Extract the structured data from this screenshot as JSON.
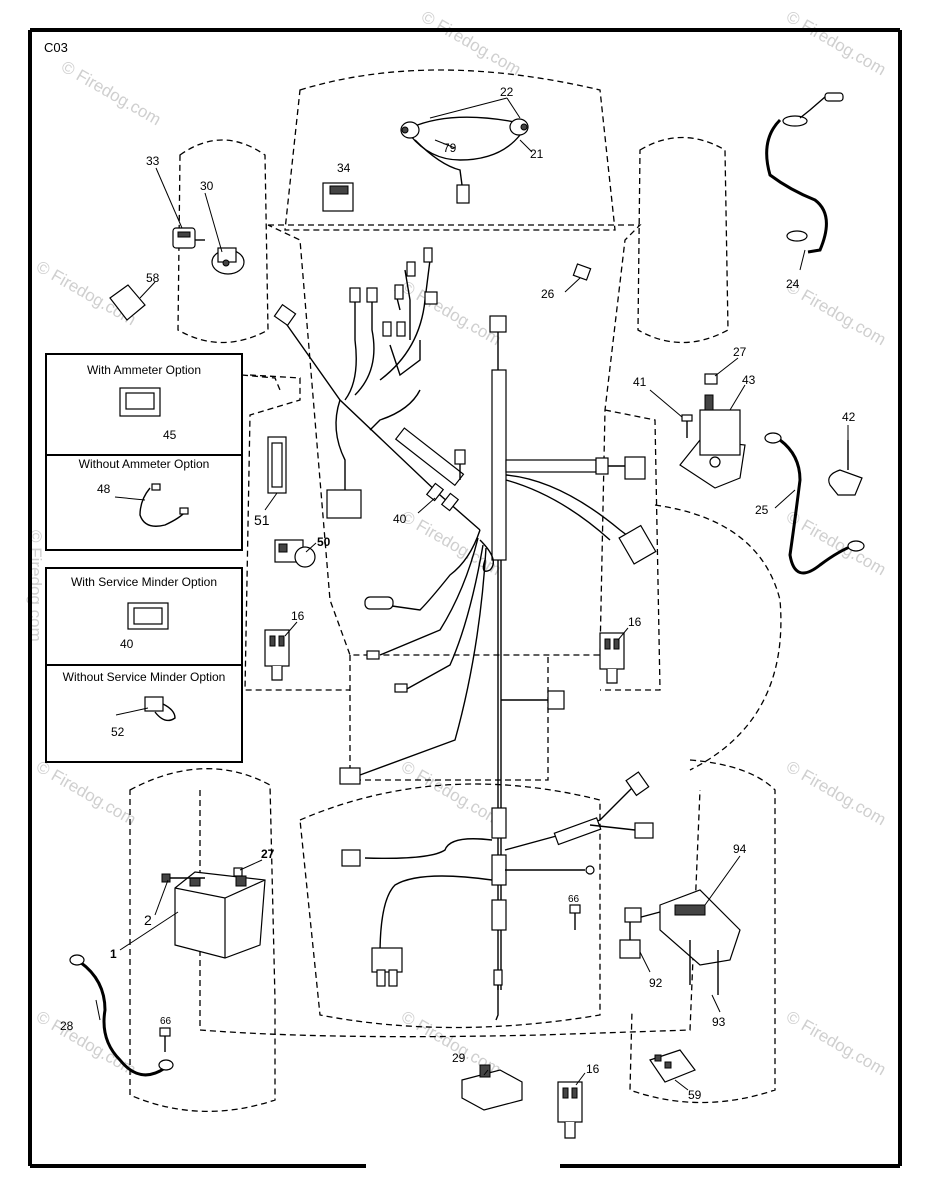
{
  "diagram": {
    "code": "C03",
    "watermark": "© Firedog.com",
    "options": {
      "ammeter_with": "With Ammeter Option",
      "ammeter_without": "Without Ammeter Option",
      "service_with": "With Service Minder Option",
      "service_without": "Without Service Minder Option"
    },
    "callouts": {
      "c22": "22",
      "c79": "79",
      "c21": "21",
      "c33": "33",
      "c30": "30",
      "c34": "34",
      "c58": "58",
      "c24": "24",
      "c26": "26",
      "c27a": "27",
      "c41": "41",
      "c43": "43",
      "c42": "42",
      "c25": "25",
      "c45": "45",
      "c48": "48",
      "c51": "51",
      "c50": "50",
      "c40a": "40",
      "c40b": "40",
      "c52": "52",
      "c16a": "16",
      "c16b": "16",
      "c16c": "16",
      "c27b": "27",
      "c2": "2",
      "c1": "1",
      "c66a": "66",
      "c66b": "66",
      "c28": "28",
      "c29": "29",
      "c94": "94",
      "c92": "92",
      "c93": "93",
      "c59": "59"
    }
  }
}
